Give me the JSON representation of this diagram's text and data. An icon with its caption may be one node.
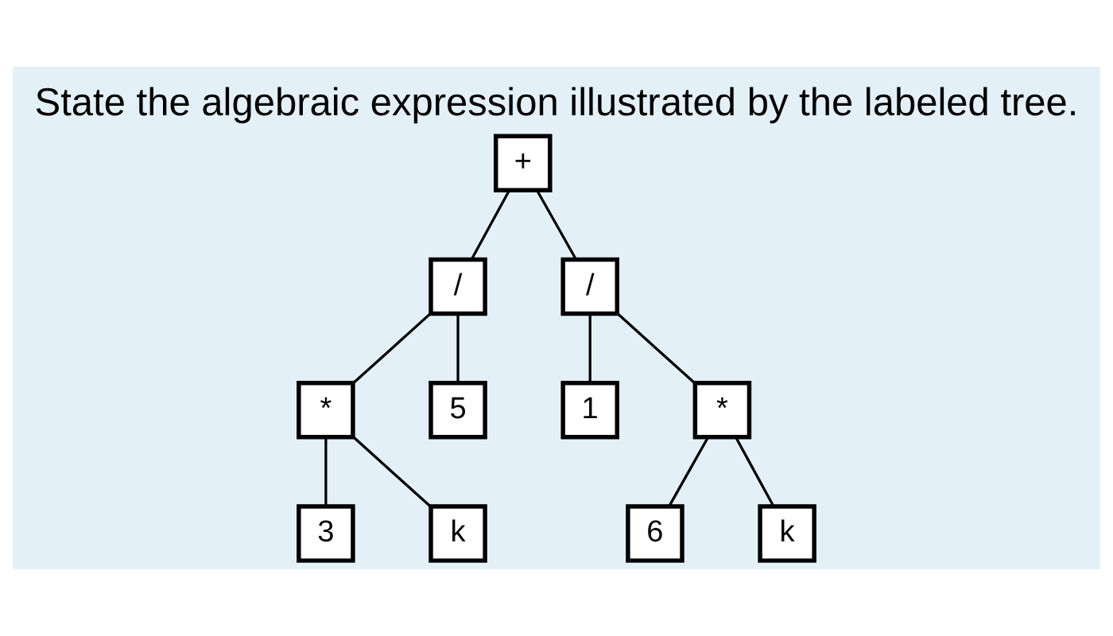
{
  "diagram": {
    "title": "State the algebraic expression illustrated by the labeled tree.",
    "nodes": [
      {
        "text": [
          "+"
        ]
      },
      {
        "text": [
          "/"
        ]
      },
      {
        "text": [
          "/"
        ]
      },
      {
        "text": [
          "*"
        ]
      },
      {
        "text": [
          "5"
        ]
      },
      {
        "text": [
          "1"
        ]
      },
      {
        "text": [
          "*"
        ]
      },
      {
        "text": [
          "3"
        ]
      },
      {
        "text": [
          "k"
        ]
      },
      {
        "text": [
          "6"
        ]
      },
      {
        "text": [
          "k"
        ]
      }
    ],
    "edges": [
      {
        "from": 0,
        "to": 1,
        "arrow": "none"
      },
      {
        "from": 0,
        "to": 2,
        "arrow": "none"
      },
      {
        "from": 1,
        "to": 3,
        "arrow": "none"
      },
      {
        "from": 1,
        "to": 4,
        "arrow": "none"
      },
      {
        "from": 2,
        "to": 5,
        "arrow": "none"
      },
      {
        "from": 2,
        "to": 6,
        "arrow": "none"
      },
      {
        "from": 3,
        "to": 7,
        "arrow": "none"
      },
      {
        "from": 3,
        "to": 8,
        "arrow": "none"
      },
      {
        "from": 6,
        "to": 9,
        "arrow": "none"
      },
      {
        "from": 6,
        "to": 10,
        "arrow": "none"
      }
    ]
  }
}
